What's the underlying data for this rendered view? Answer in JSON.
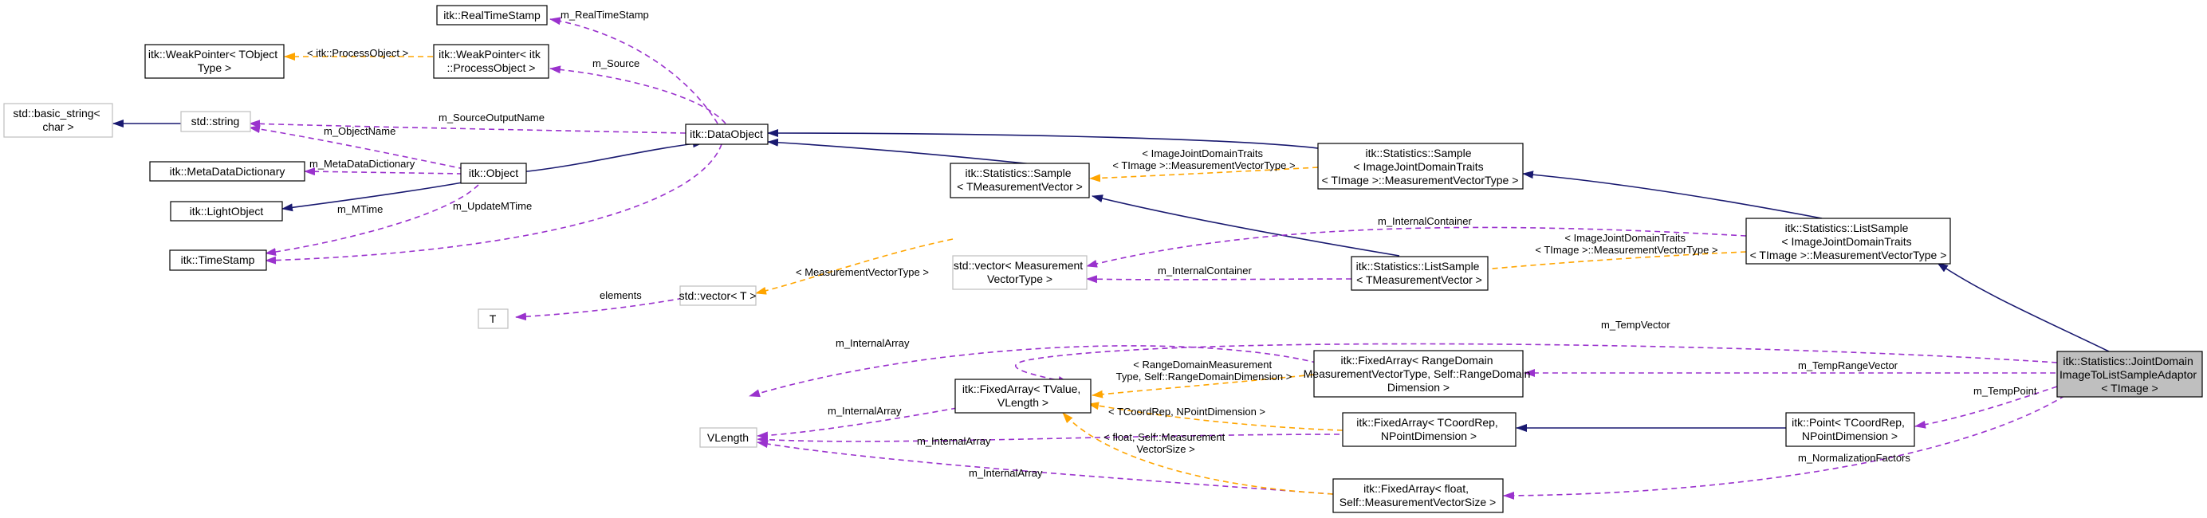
{
  "nodes": [
    {
      "id": "realtimestamp",
      "lines": [
        "itk::RealTimeStamp"
      ]
    },
    {
      "id": "weakptr_tobject",
      "lines": [
        "itk::WeakPointer< TObject",
        "Type >"
      ]
    },
    {
      "id": "weakptr_processobject",
      "lines": [
        "itk::WeakPointer< itk",
        "::ProcessObject >"
      ]
    },
    {
      "id": "basic_string",
      "lines": [
        "std::basic_string<",
        "char >"
      ]
    },
    {
      "id": "std_string",
      "lines": [
        "std::string"
      ]
    },
    {
      "id": "dataobject",
      "lines": [
        "itk::DataObject"
      ]
    },
    {
      "id": "metadatadict",
      "lines": [
        "itk::MetaDataDictionary"
      ]
    },
    {
      "id": "object",
      "lines": [
        "itk::Object"
      ]
    },
    {
      "id": "lightobject",
      "lines": [
        "itk::LightObject"
      ]
    },
    {
      "id": "timestamp",
      "lines": [
        "itk::TimeStamp"
      ]
    },
    {
      "id": "sample_tmv",
      "lines": [
        "itk::Statistics::Sample",
        "< TMeasurementVector >"
      ]
    },
    {
      "id": "sample_joint",
      "lines": [
        "itk::Statistics::Sample",
        "< ImageJointDomainTraits",
        "< TImage >::MeasurementVectorType >"
      ]
    },
    {
      "id": "listsample_joint",
      "lines": [
        "itk::Statistics::ListSample",
        "< ImageJointDomainTraits",
        "< TImage >::MeasurementVectorType >"
      ]
    },
    {
      "id": "std_vector_mvt",
      "lines": [
        "std::vector< Measurement",
        "VectorType >"
      ]
    },
    {
      "id": "listsample_tmv",
      "lines": [
        "itk::Statistics::ListSample",
        "< TMeasurementVector >"
      ]
    },
    {
      "id": "std_vector_t",
      "lines": [
        "std::vector< T >"
      ]
    },
    {
      "id": "t",
      "lines": [
        "T"
      ]
    },
    {
      "id": "fixedarray_range",
      "lines": [
        "itk::FixedArray< RangeDomain",
        "MeasurementVectorType, Self::RangeDomain",
        "Dimension >"
      ]
    },
    {
      "id": "adaptor",
      "lines": [
        "itk::Statistics::JointDomain",
        "ImageToListSampleAdaptor",
        "< TImage >"
      ]
    },
    {
      "id": "fixedarray_tvalue",
      "lines": [
        "itk::FixedArray< TValue,",
        "VLength >"
      ]
    },
    {
      "id": "vlength",
      "lines": [
        "VLength"
      ]
    },
    {
      "id": "fixedarray_tcoordrep",
      "lines": [
        "itk::FixedArray< TCoordRep,",
        "NPointDimension >"
      ]
    },
    {
      "id": "point",
      "lines": [
        "itk::Point< TCoordRep,",
        "NPointDimension >"
      ]
    },
    {
      "id": "fixedarray_float",
      "lines": [
        "itk::FixedArray< float,",
        "Self::MeasurementVectorSize >"
      ]
    }
  ],
  "edge_labels": {
    "m_realtimestamp": "m_RealTimeStamp",
    "processobject": "< itk::ProcessObject >",
    "m_source": "m_Source",
    "m_sourceoutputname": "m_SourceOutputName",
    "m_objectname": "m_ObjectName",
    "m_metadatadictionary": "m_MetaDataDictionary",
    "m_mtime": "m_MTime",
    "m_updatemtime": "m_UpdateMTime",
    "joint_traits_1": [
      "< ImageJointDomainTraits",
      "< TImage >::MeasurementVectorType >"
    ],
    "m_internalcontainer_top": "m_InternalContainer",
    "m_internalcontainer_mid": "m_InternalContainer",
    "joint_traits_2": [
      "< ImageJointDomainTraits",
      "< TImage >::MeasurementVectorType >"
    ],
    "mvt": "< MeasurementVectorType >",
    "elements": "elements",
    "m_tempvector": "m_TempVector",
    "m_internalarray_top": "m_InternalArray",
    "range_template": [
      "< RangeDomainMeasurement",
      "Type, Self::RangeDomainDimension >"
    ],
    "m_temprangevector": "m_TempRangeVector",
    "m_temppoint": "m_TempPoint",
    "m_internalarray_2": "m_InternalArray",
    "tcoordrep_template": "< TCoordRep, NPointDimension >",
    "m_internalarray_3": "m_InternalArray",
    "float_template": [
      "< float, Self::Measurement",
      "VectorSize >"
    ],
    "m_normalizationfactors": "m_NormalizationFactors",
    "m_internalarray_4": "m_InternalArray"
  }
}
